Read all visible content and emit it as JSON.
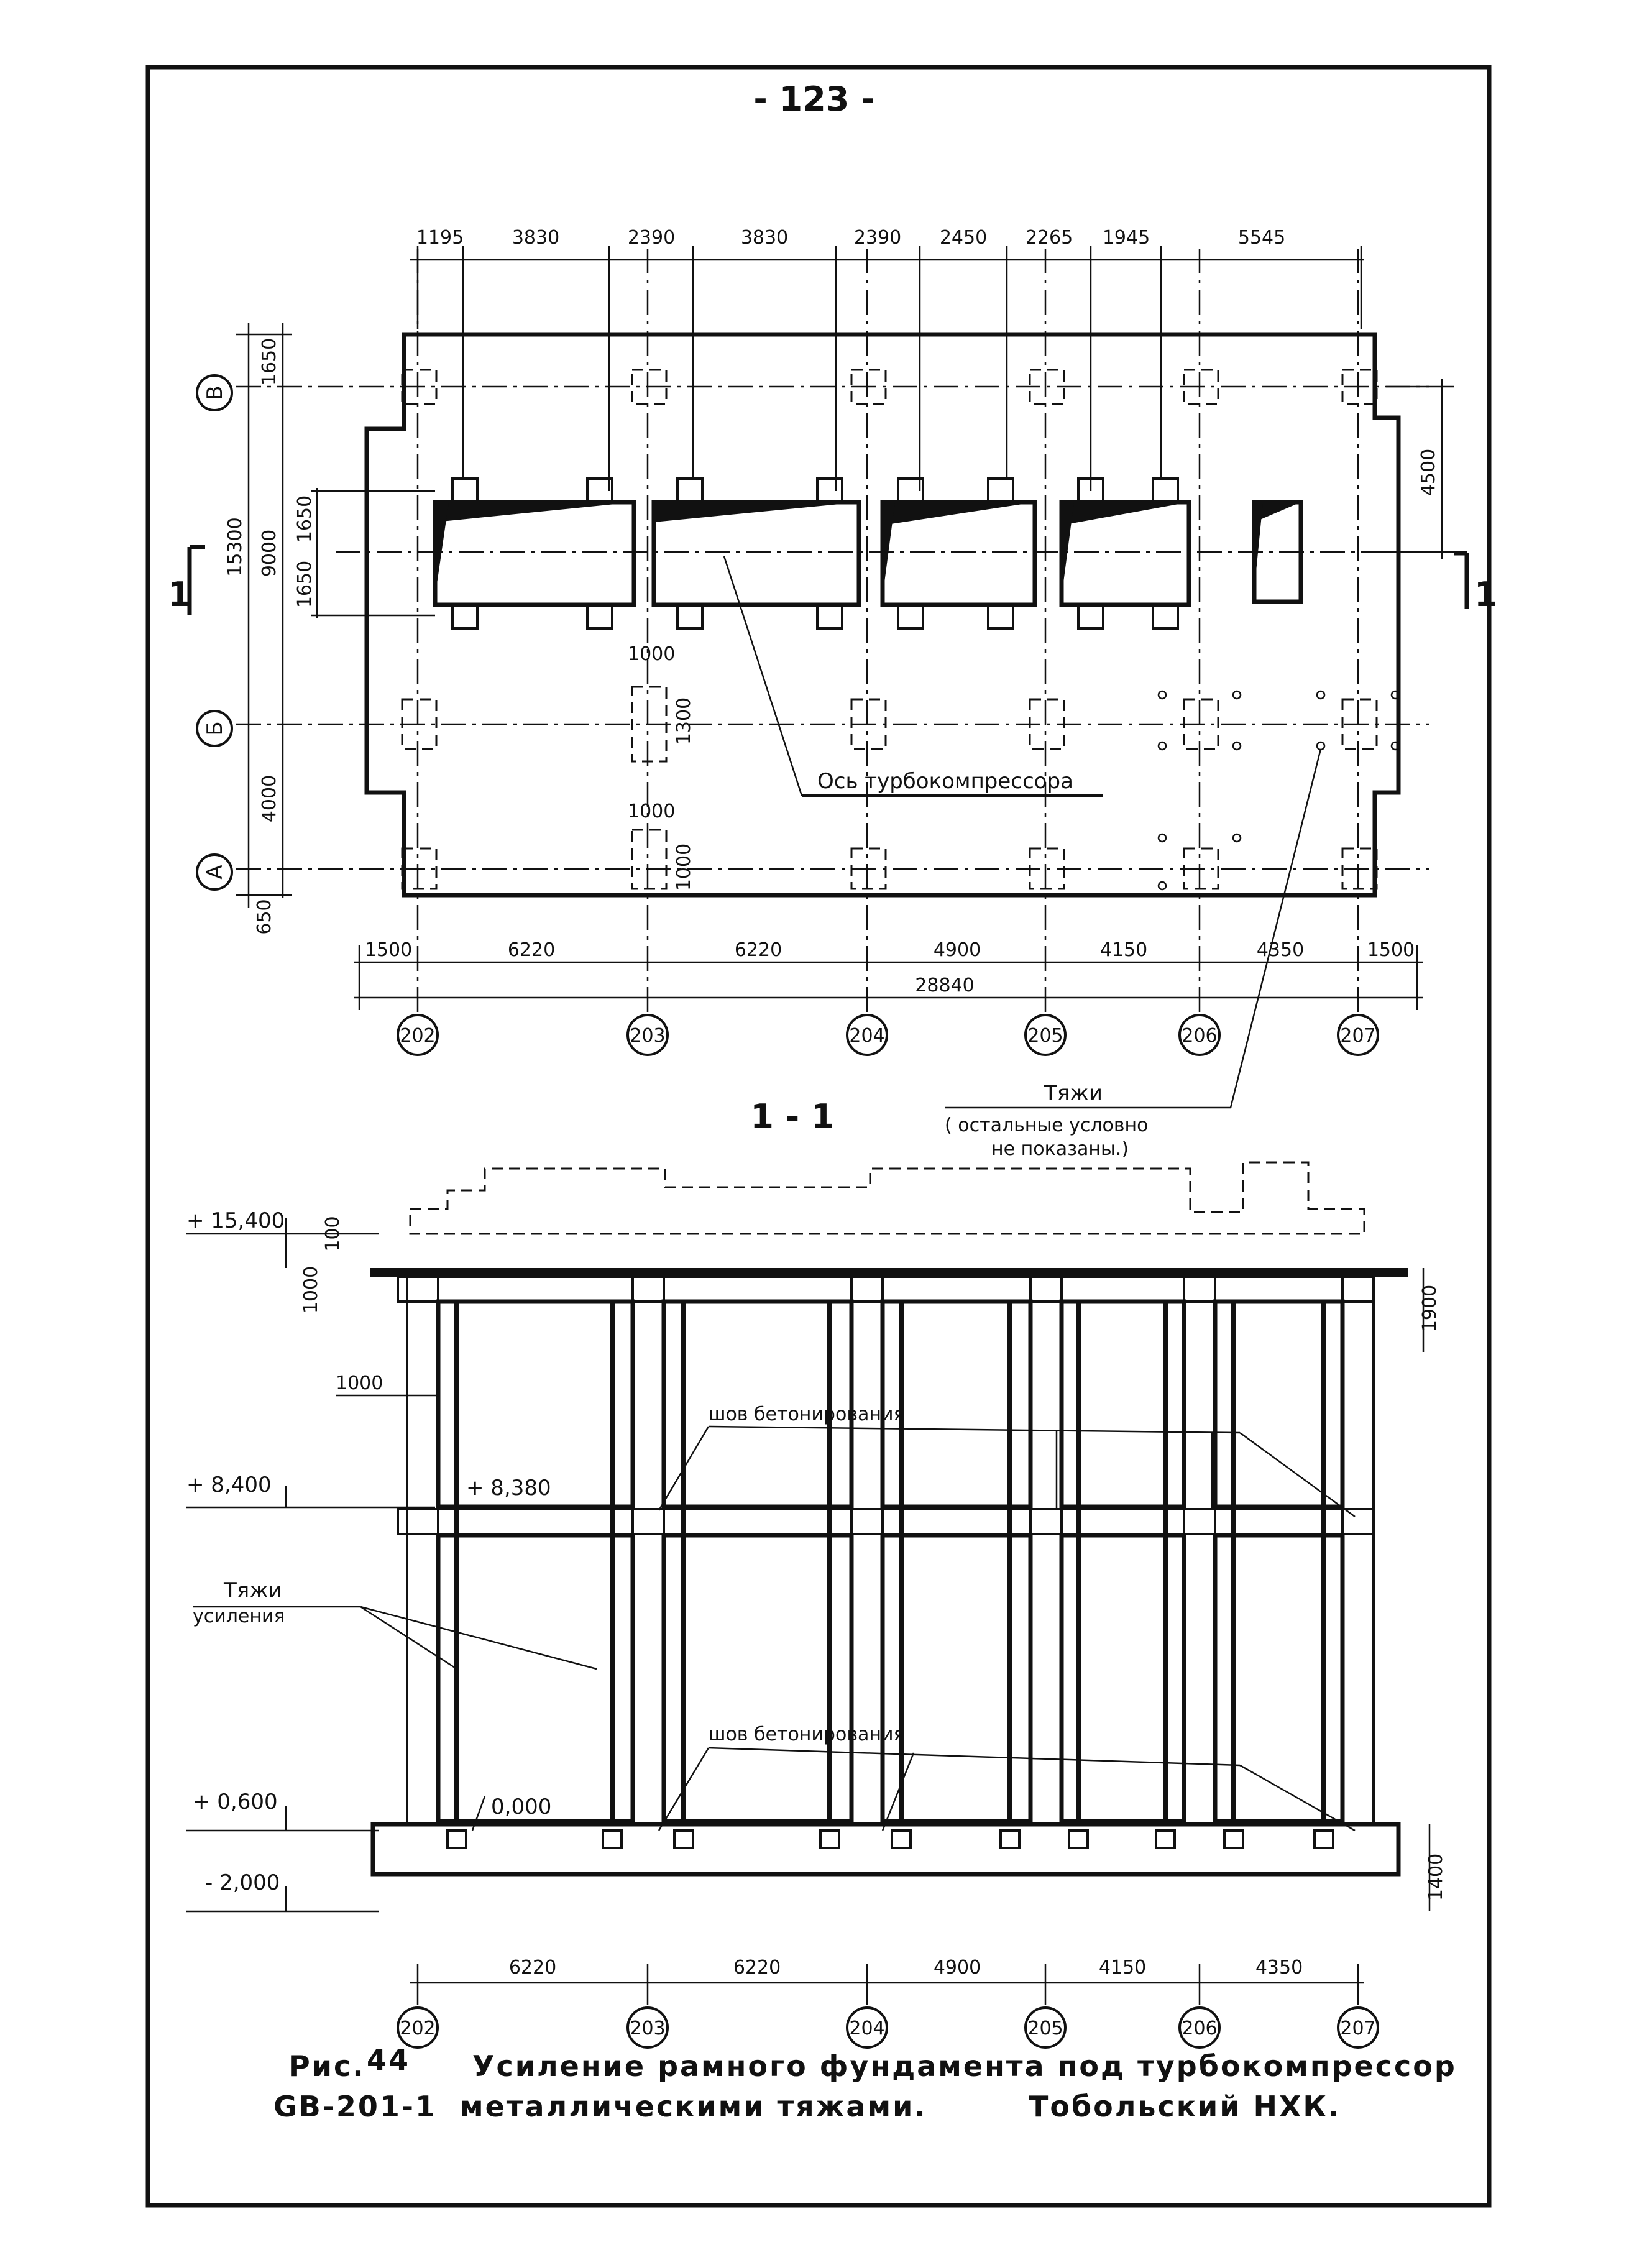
{
  "page_number": "- 123 -",
  "plan": {
    "top_dimensions": [
      "1195",
      "3830",
      "2390",
      "3830",
      "2390",
      "2450",
      "2265",
      "1945",
      "5545"
    ],
    "bottom_dimensions": [
      "1500",
      "6220",
      "6220",
      "4900",
      "4150",
      "4350",
      "1500"
    ],
    "total_length": "28840",
    "left_total": "15300",
    "left_dimensions": [
      "1650",
      "9000",
      "4000",
      "650"
    ],
    "machine_dimensions": [
      "1650",
      "1650"
    ],
    "right_dimension": "4500",
    "inner_dimensions": [
      "1000",
      "1300",
      "1000",
      "1000"
    ],
    "row_axes": [
      "В",
      "Б",
      "А"
    ],
    "column_axes": [
      "202",
      "203",
      "204",
      "205",
      "206",
      "207"
    ],
    "section_mark_left": "1",
    "section_mark_right": "1",
    "axis_label": "Ось турбокомпрессора",
    "ties_label": "Тяжи",
    "ties_note_line1": "( остальные условно",
    "ties_note_line2": "не показаны.)"
  },
  "section": {
    "title": "1 - 1",
    "elevations": [
      "+ 15,400",
      "+ 8,400",
      "+ 8,380",
      "+ 0,600",
      "0,000",
      "- 2,000"
    ],
    "dims": [
      "100",
      "1000",
      "1000",
      "1900",
      "1400"
    ],
    "seam_label_upper": "шов бетонирования",
    "seam_label_lower": "шов бетонирования",
    "ties_label_line1": "Тяжи",
    "ties_label_line2": "усиления",
    "bottom_dimensions": [
      "6220",
      "6220",
      "4900",
      "4150",
      "4350"
    ],
    "column_axes": [
      "202",
      "203",
      "204",
      "205",
      "206",
      "207"
    ]
  },
  "caption": {
    "fig_prefix": "Рис.",
    "fig_number": "44",
    "line1": "Усиление рамного фундамента под турбокомпрессор",
    "code": "GB-201-1",
    "line2": "металлическими тяжами.",
    "place": "Тобольский НХК."
  }
}
